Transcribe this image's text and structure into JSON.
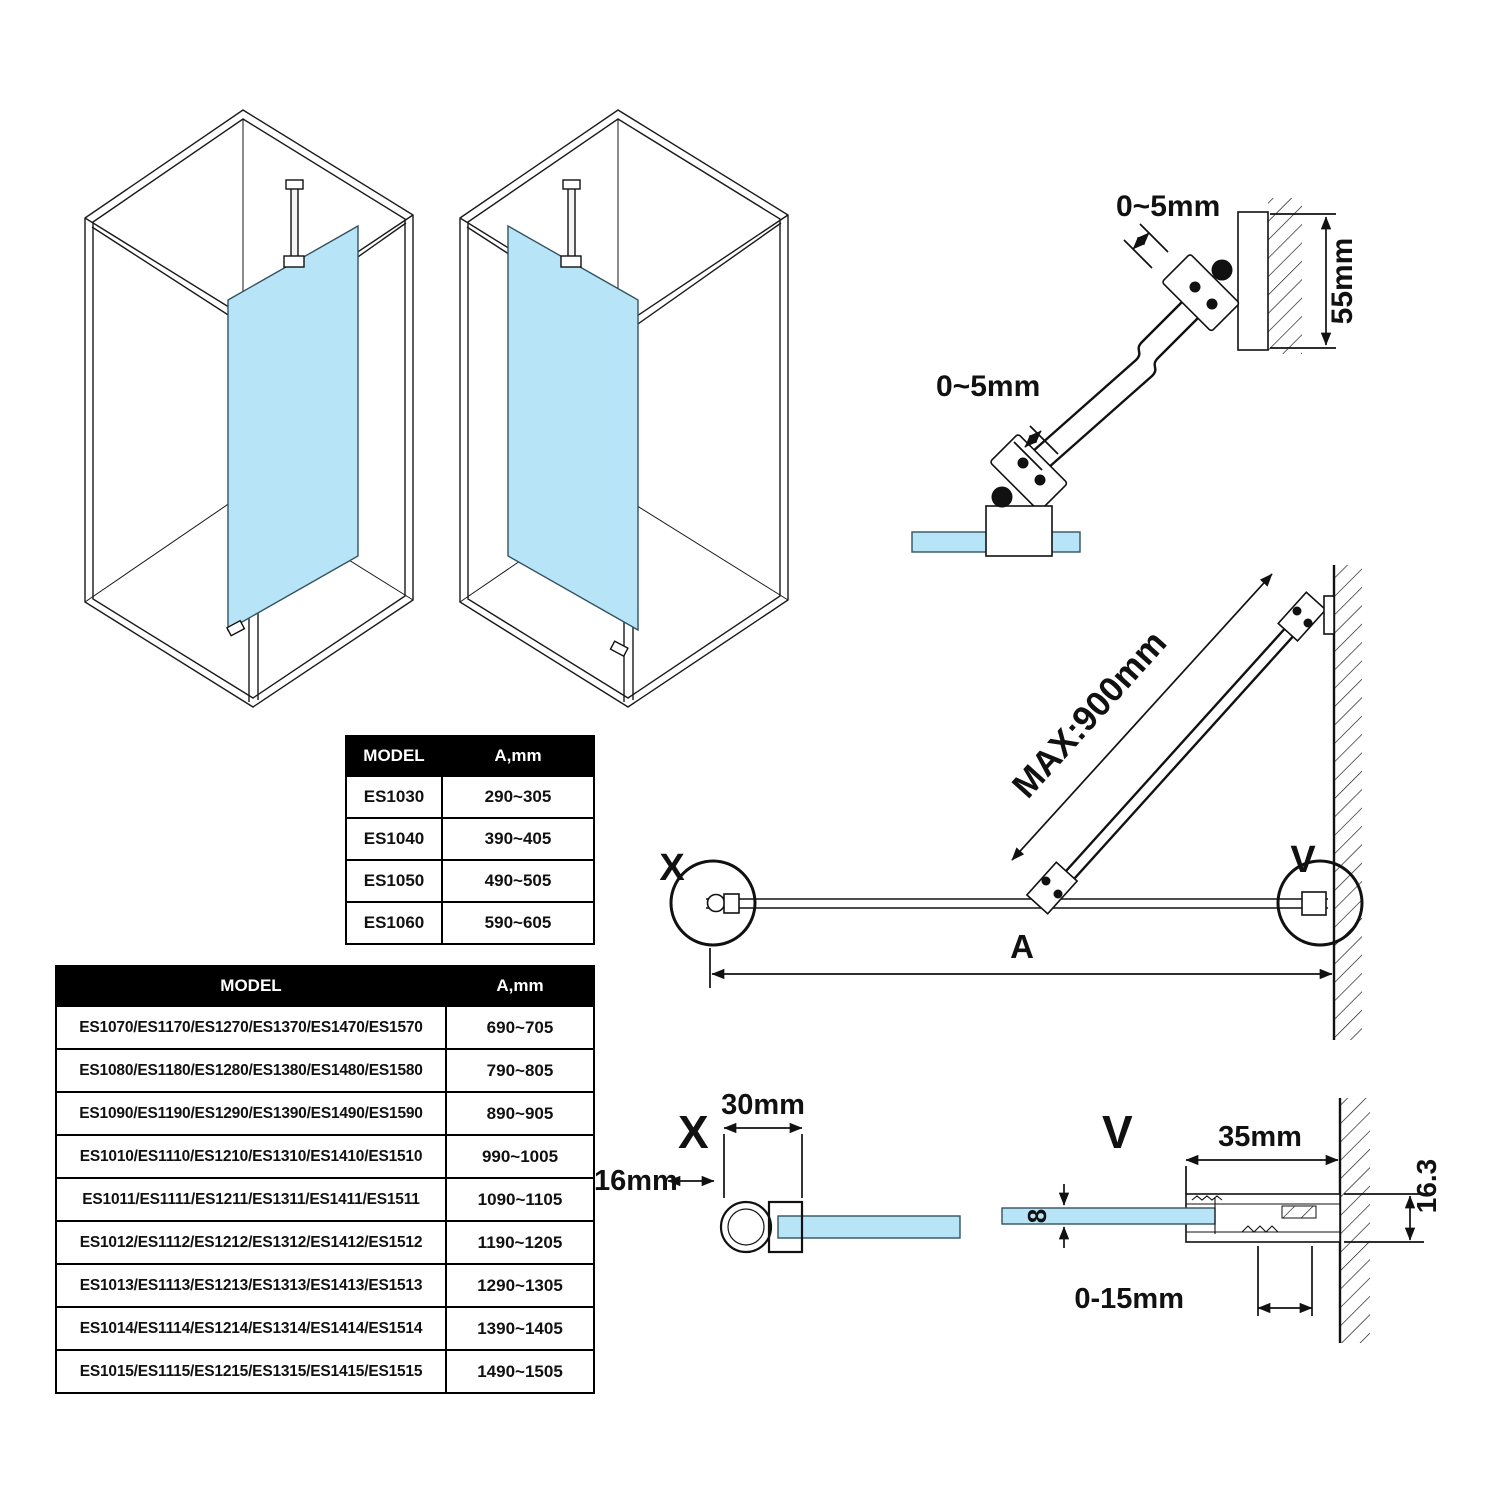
{
  "colors": {
    "glass": "#b8e4f7",
    "line": "#111111",
    "table_header_bg": "#000000",
    "table_header_text": "#ffffff"
  },
  "diagrams": {
    "bracket_detail": {
      "dim_gap_top": "0~5mm",
      "dim_gap_bottom": "0~5mm",
      "dim_wall_height": "55mm"
    },
    "plan_view": {
      "detail_marker_x": "X",
      "detail_marker_v": "V",
      "dim_bar_max": "MAX:900mm",
      "dim_total_width": "A"
    },
    "detail_x": {
      "label": "X",
      "dim_width": "30mm",
      "dim_profile": "16mm"
    },
    "detail_v": {
      "label": "V",
      "dim_width": "35mm",
      "dim_height": "16.3",
      "dim_glass_thickness": "8",
      "dim_adjustment": "0-15mm"
    }
  },
  "tables": {
    "small": {
      "col_model": "MODEL",
      "col_a": "A,mm",
      "rows": [
        {
          "model": "ES1030",
          "a": "290~305"
        },
        {
          "model": "ES1040",
          "a": "390~405"
        },
        {
          "model": "ES1050",
          "a": "490~505"
        },
        {
          "model": "ES1060",
          "a": "590~605"
        }
      ]
    },
    "large": {
      "col_model": "MODEL",
      "col_a": "A,mm",
      "rows": [
        {
          "model": "ES1070/ES1170/ES1270/ES1370/ES1470/ES1570",
          "a": "690~705"
        },
        {
          "model": "ES1080/ES1180/ES1280/ES1380/ES1480/ES1580",
          "a": "790~805"
        },
        {
          "model": "ES1090/ES1190/ES1290/ES1390/ES1490/ES1590",
          "a": "890~905"
        },
        {
          "model": "ES1010/ES1110/ES1210/ES1310/ES1410/ES1510",
          "a": "990~1005"
        },
        {
          "model": "ES1011/ES1111/ES1211/ES1311/ES1411/ES1511",
          "a": "1090~1105"
        },
        {
          "model": "ES1012/ES1112/ES1212/ES1312/ES1412/ES1512",
          "a": "1190~1205"
        },
        {
          "model": "ES1013/ES1113/ES1213/ES1313/ES1413/ES1513",
          "a": "1290~1305"
        },
        {
          "model": "ES1014/ES1114/ES1214/ES1314/ES1414/ES1514",
          "a": "1390~1405"
        },
        {
          "model": "ES1015/ES1115/ES1215/ES1315/ES1415/ES1515",
          "a": "1490~1505"
        }
      ]
    }
  }
}
